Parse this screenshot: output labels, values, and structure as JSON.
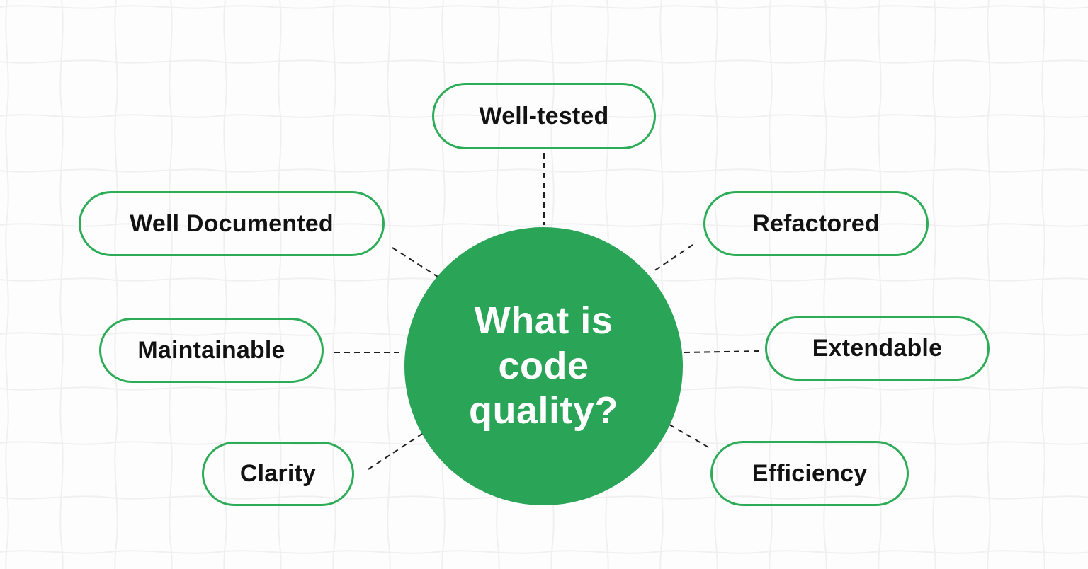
{
  "diagram": {
    "center_label": "What is\ncode\nquality?",
    "nodes": [
      {
        "id": "well-tested",
        "label": "Well-tested",
        "position": "top",
        "connected_to": "center"
      },
      {
        "id": "well-documented",
        "label": "Well Documented",
        "position": "upper-left",
        "connected_to": "center"
      },
      {
        "id": "refactored",
        "label": "Refactored",
        "position": "upper-right",
        "connected_to": "center"
      },
      {
        "id": "maintainable",
        "label": "Maintainable",
        "position": "left",
        "connected_to": "center"
      },
      {
        "id": "extendable",
        "label": "Extendable",
        "position": "right",
        "connected_to": "center"
      },
      {
        "id": "clarity",
        "label": "Clarity",
        "position": "lower-left",
        "connected_to": "center"
      },
      {
        "id": "efficiency",
        "label": "Efficiency",
        "position": "lower-right",
        "connected_to": "center"
      }
    ],
    "colors": {
      "circle_fill": "#2AA457",
      "pill_border": "#2CAC56",
      "pill_label_text": "#121212",
      "center_text": "#FFFFFF",
      "connector": "#1E1E1E",
      "background": "#FDFDFD",
      "grid_line": "#F0F0F0"
    }
  }
}
